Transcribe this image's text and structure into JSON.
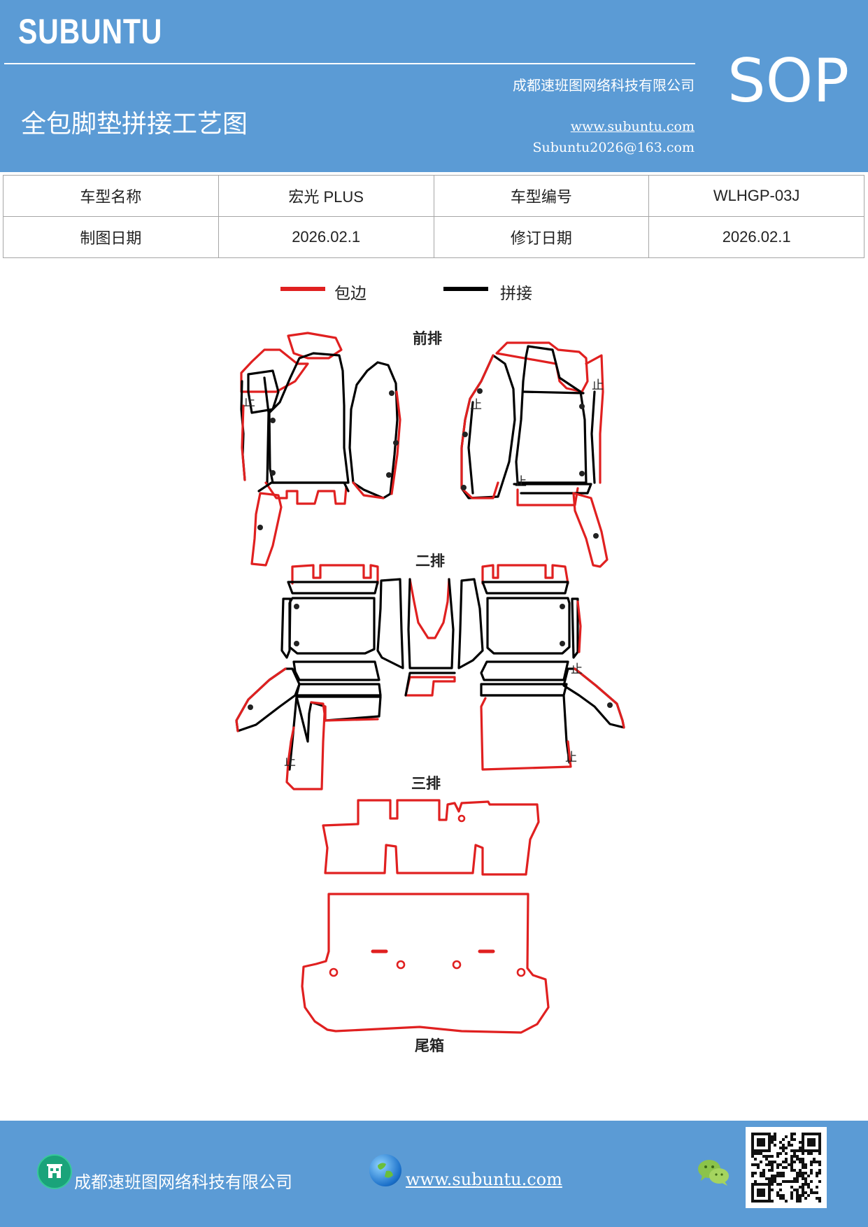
{
  "header": {
    "brand": "SUBUNTU",
    "company": "成都速班图网络科技有限公司",
    "title": "全包脚垫拼接工艺图",
    "website": "www.subuntu.com",
    "email": "Subuntu2026@163.com",
    "badge": "SOP",
    "bg_color": "#5b9bd5"
  },
  "info": {
    "model_name_label": "车型名称",
    "model_name_value": "宏光 PLUS",
    "model_code_label": "车型编号",
    "model_code_value": "WLHGP-03J",
    "draw_date_label": "制图日期",
    "draw_date_value": "2026.02.1",
    "revise_date_label": "修订日期",
    "revise_date_value": "2026.02.1"
  },
  "legend": {
    "edge_label": "包边",
    "edge_color": "#e02020",
    "splice_label": "拼接",
    "splice_color": "#000000"
  },
  "drawing": {
    "front_label": "前排",
    "second_label": "二排",
    "third_label": "三排",
    "trunk_label": "尾箱",
    "stop_mark": "止"
  },
  "footer": {
    "company": "成都速班图网络科技有限公司",
    "website": "www.subuntu.com",
    "icons": [
      "company-icon",
      "globe-icon",
      "wechat-icon",
      "qr-code"
    ]
  }
}
